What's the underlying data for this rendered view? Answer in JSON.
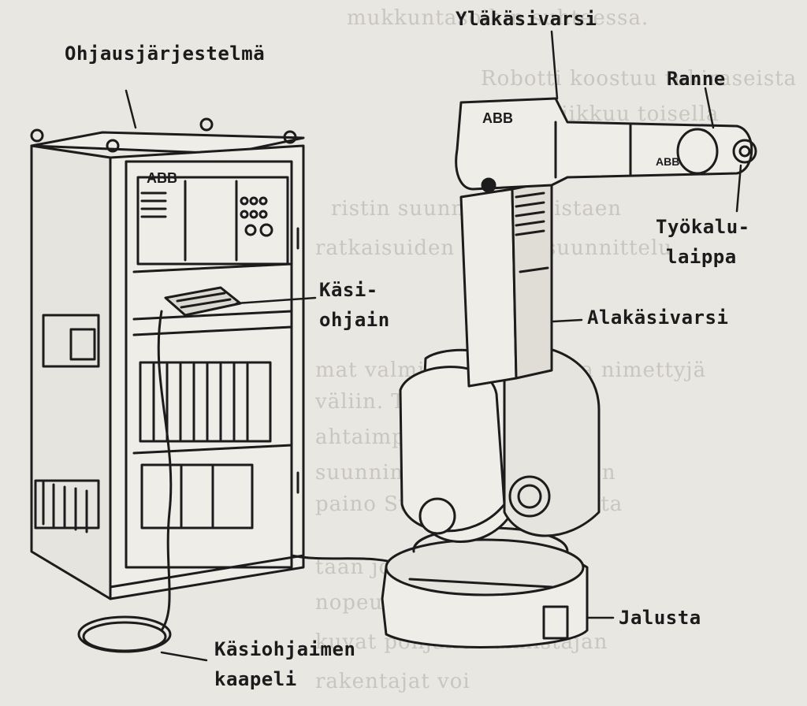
{
  "labels": {
    "control_system": "Ohjausjärjestelmä",
    "upper_arm": "Yläkäsivarsi",
    "wrist": "Ranne",
    "tool_flange_1": "Työkalu-",
    "tool_flange_2": "laippa",
    "teach_pendant_1": "Käsi-",
    "teach_pendant_2": "ohjain",
    "lower_arm": "Alakäsivarsi",
    "base": "Jalusta",
    "pendant_cable_1": "Käsiohjaimen",
    "pendant_cable_2": "kaapeli"
  },
  "brand": {
    "cabinet_logo": "ABB",
    "arm_logo": "ABB",
    "wrist_logo": "ABB"
  }
}
